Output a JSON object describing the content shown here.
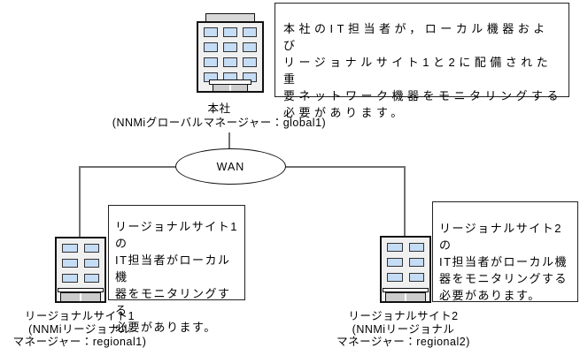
{
  "colors": {
    "window_blue": "#c5dcf5",
    "building_fill": "#f0f0f0",
    "roof_fill": "#d8d8d8",
    "door_fill": "#cccccc",
    "connector_gray": "#707070",
    "border_dark": "#1a1a1a"
  },
  "hq": {
    "note_lines": [
      "本社のIT担当者が，ローカル機器および",
      "リージョナルサイト1と2に配備された重",
      "要ネットワーク機器をモニタリングする",
      "必要があります。"
    ],
    "label_lines": [
      "本社",
      "(NNMiグローバルマネージャー：global1)"
    ]
  },
  "wan": {
    "label": "WAN"
  },
  "site1": {
    "note_lines": [
      "リージョナルサイト1の",
      "IT担当者がローカル機",
      "器をモニタリングする",
      "必要があります。"
    ],
    "label_lines": [
      "リージョナルサイト1",
      "(NNMiリージョナル",
      "マネージャー：regional1)"
    ]
  },
  "site2": {
    "note_lines": [
      "リージョナルサイト2の",
      "IT担当者がローカル機",
      "器をモニタリングする",
      "必要があります。"
    ],
    "label_lines": [
      "リージョナルサイト2",
      "(NNMiリージョナル",
      "マネージャー：regional2)"
    ]
  }
}
